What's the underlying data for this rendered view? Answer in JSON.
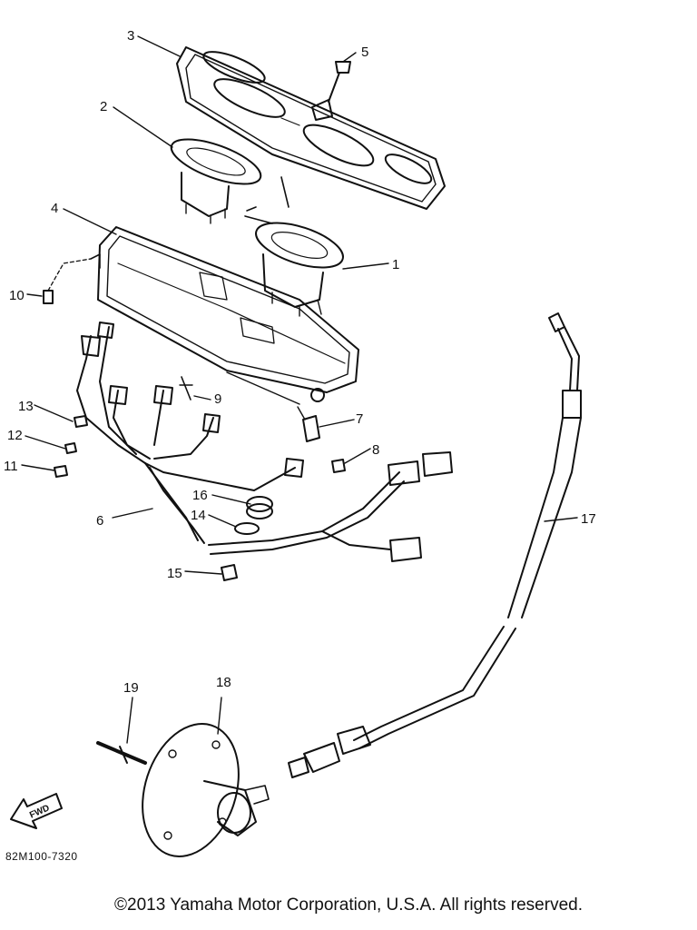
{
  "diagram": {
    "callouts": [
      {
        "id": "1",
        "label": "1"
      },
      {
        "id": "2",
        "label": "2"
      },
      {
        "id": "3",
        "label": "3"
      },
      {
        "id": "4",
        "label": "4"
      },
      {
        "id": "5",
        "label": "5"
      },
      {
        "id": "6",
        "label": "6"
      },
      {
        "id": "7",
        "label": "7"
      },
      {
        "id": "8",
        "label": "8"
      },
      {
        "id": "9",
        "label": "9"
      },
      {
        "id": "10",
        "label": "10"
      },
      {
        "id": "11",
        "label": "11"
      },
      {
        "id": "12",
        "label": "12"
      },
      {
        "id": "13",
        "label": "13"
      },
      {
        "id": "14",
        "label": "14"
      },
      {
        "id": "15",
        "label": "15"
      },
      {
        "id": "16",
        "label": "16"
      },
      {
        "id": "17",
        "label": "17"
      },
      {
        "id": "18",
        "label": "18"
      },
      {
        "id": "19",
        "label": "19"
      }
    ],
    "fwd_label": "FWD",
    "drawing_code": "82M100-7320"
  },
  "footer": {
    "copyright": "©2013 Yamaha Motor Corporation, U.S.A. All rights reserved."
  }
}
